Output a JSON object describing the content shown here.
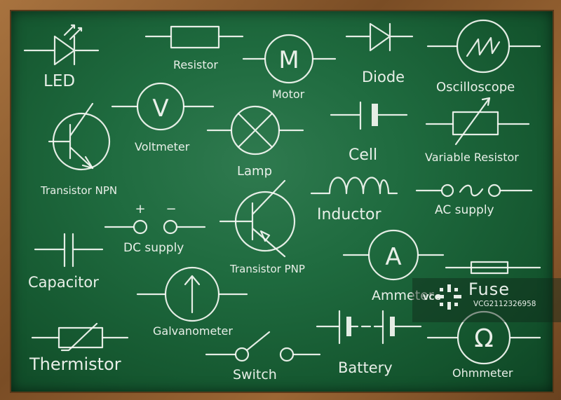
{
  "symbols": {
    "led": "LED",
    "resistor": "Resistor",
    "motor": "Motor",
    "motor_letter": "M",
    "diode": "Diode",
    "oscilloscope": "Oscilloscope",
    "voltmeter": "Voltmeter",
    "voltmeter_letter": "V",
    "transistor_npn": "Transistor NPN",
    "lamp": "Lamp",
    "cell": "Cell",
    "variable_resistor": "Variable Resistor",
    "inductor": "Inductor",
    "ac_supply": "AC supply",
    "dc_plus": "+",
    "dc_minus": "−",
    "dc_supply": "DC supply",
    "transistor_pnp": "Transistor PNP",
    "capacitor": "Capacitor",
    "ammeter": "Ammeter",
    "ammeter_letter": "A",
    "galvanometer": "Galvanometer",
    "thermistor": "Thermistor",
    "switch": "Switch",
    "battery": "Battery",
    "ohmmeter": "Ohmmeter",
    "ohmmeter_letter": "Ω"
  },
  "watermark": {
    "brand": "Fuse",
    "short": "VCG",
    "id": "VCG2112326958"
  },
  "colors": {
    "board": "#1f6b3f",
    "frame": "#8b5a2b",
    "chalk": "#f4f7f2"
  }
}
